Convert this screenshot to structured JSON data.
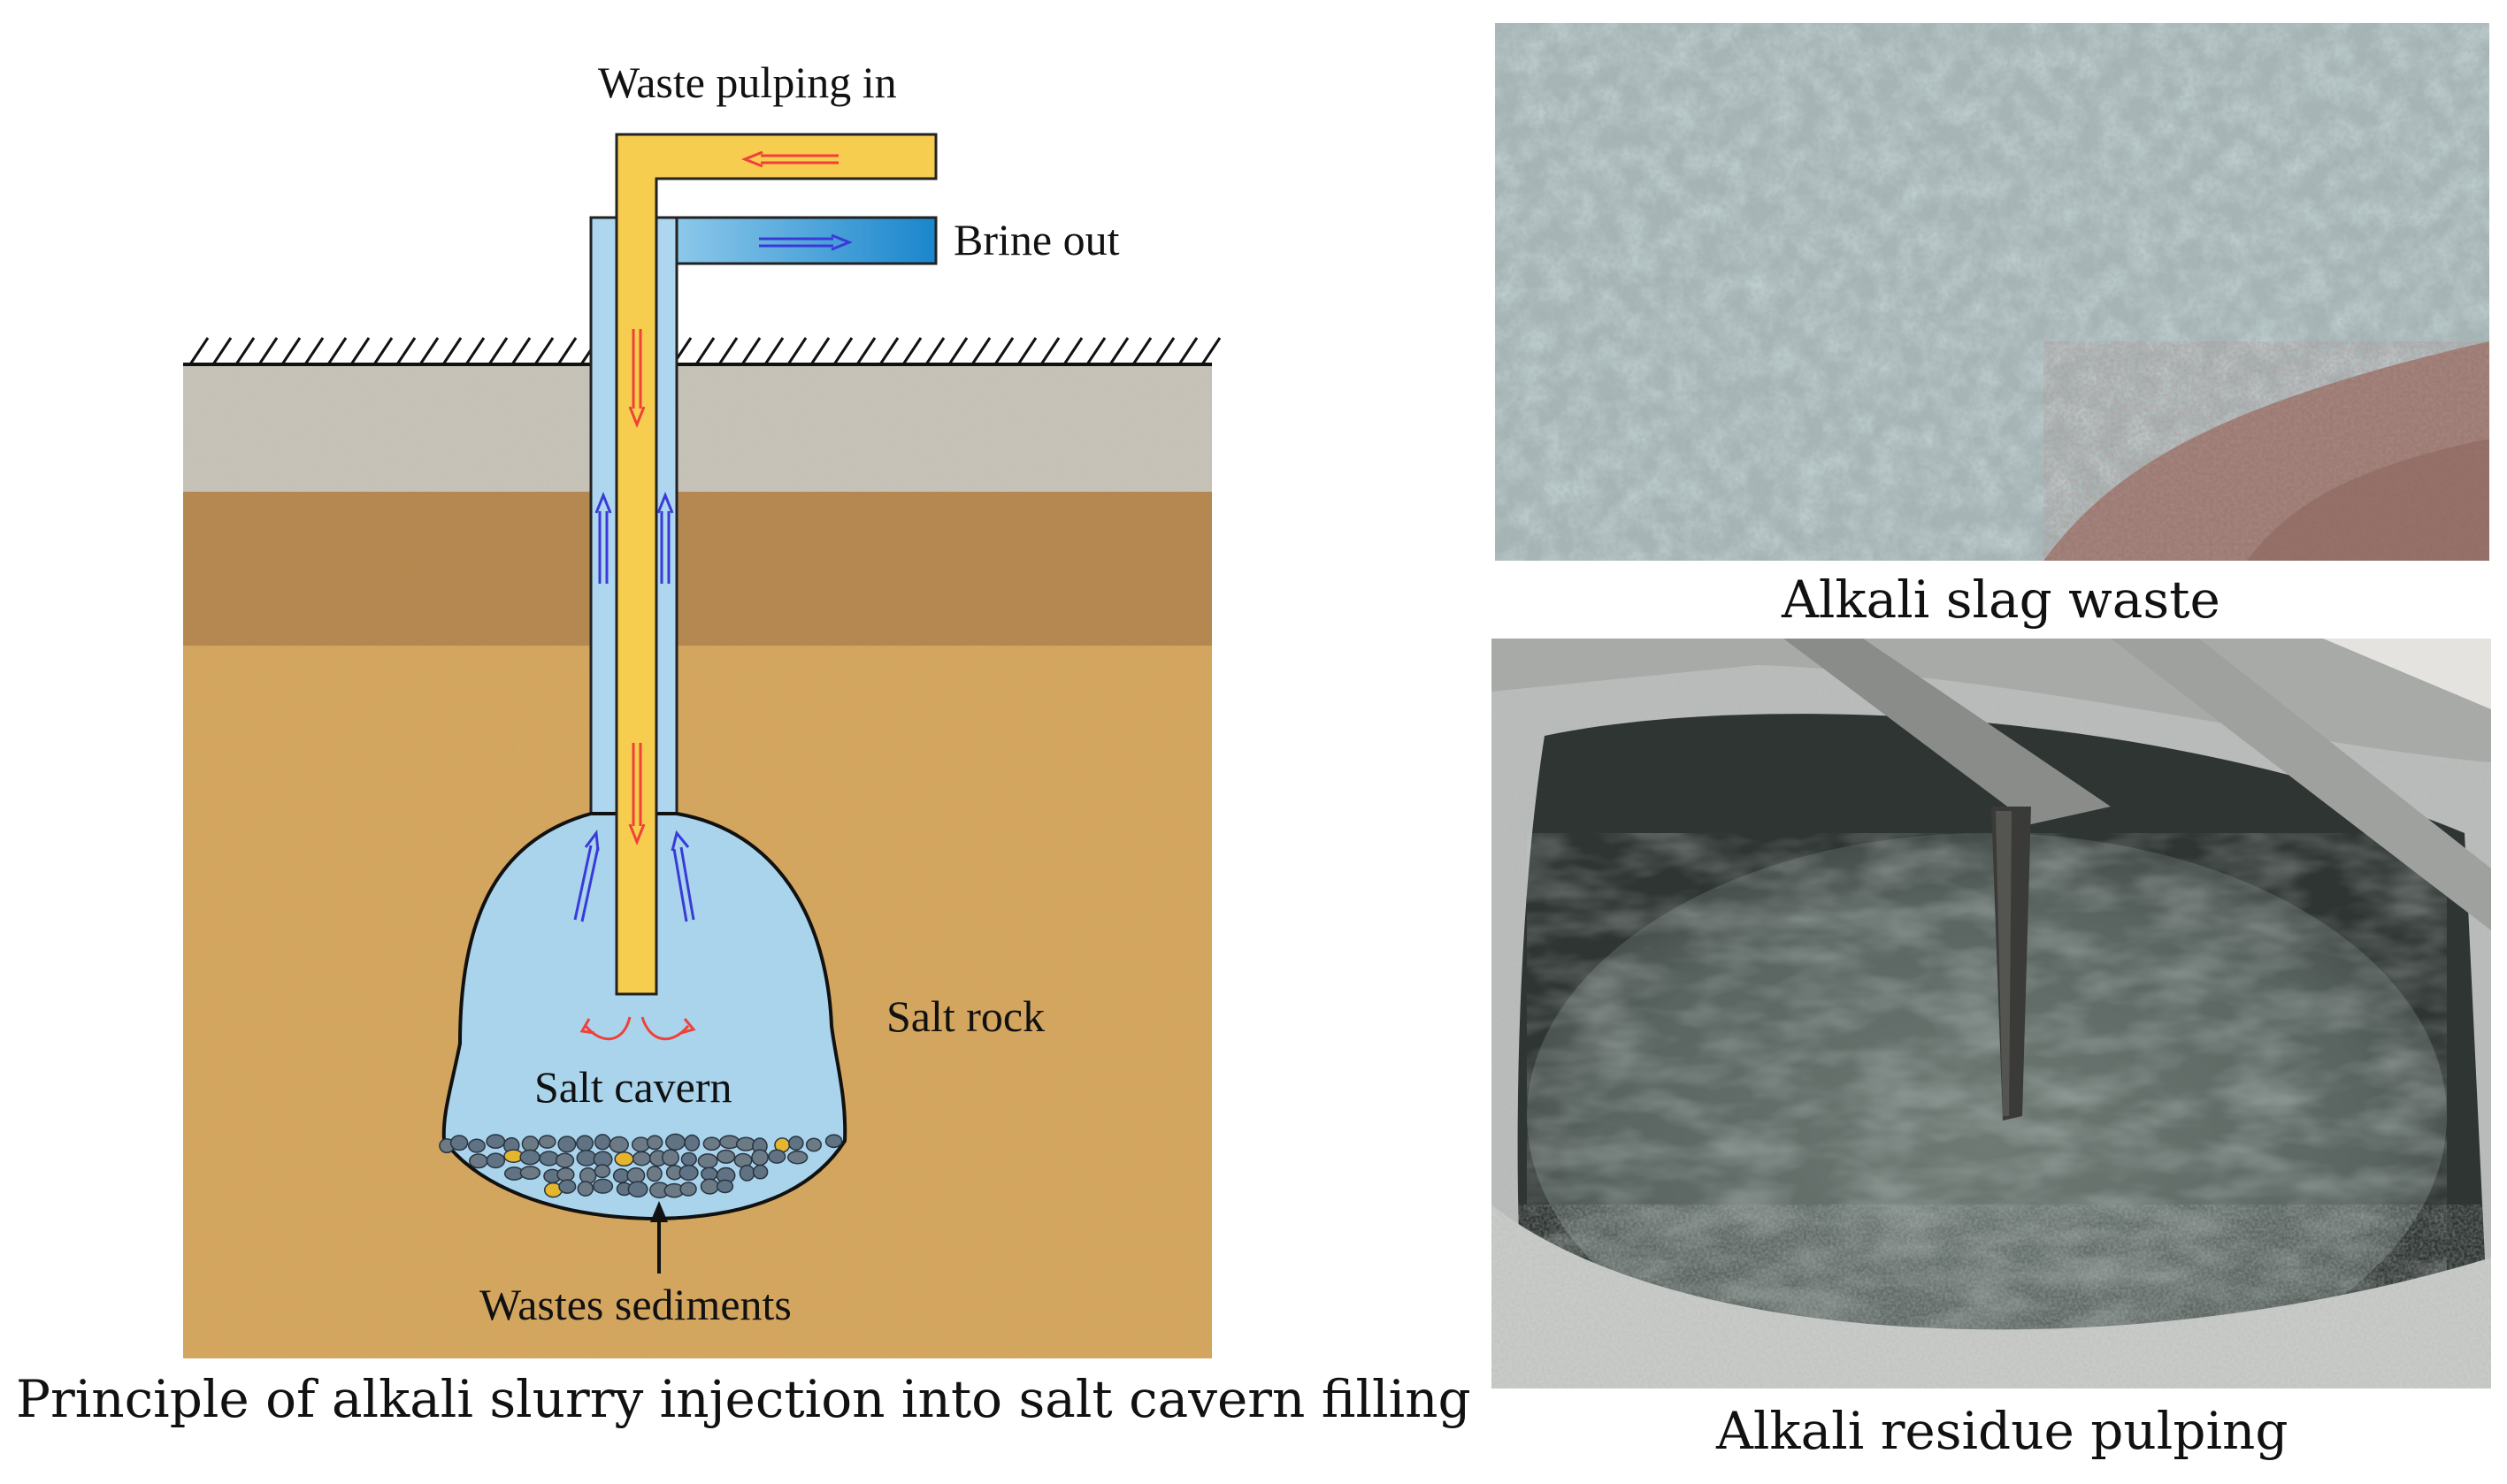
{
  "diagram": {
    "labels": {
      "waste_in": "Waste pulping in",
      "brine_out": "Brine out",
      "salt_rock": "Salt rock",
      "salt_cavern": "Salt cavern",
      "wastes_sediments": "Wastes sediments"
    },
    "caption": "Principle of alkali slurry injection into salt cavern filling",
    "colors": {
      "waste_pipe": "#f7cd4f",
      "brine_pipe": "#1e8fd1",
      "cavern_fill": "#a9d4ec",
      "ground_top": "#c9c6bd",
      "sand_layer": "#b8894f",
      "salt_rock": "#d7a85e",
      "arrow_in": "#f0403a",
      "arrow_out": "#3a3ad8"
    }
  },
  "photos": [
    {
      "caption": "Alkali slag waste",
      "icon": "slag-pile-photo"
    },
    {
      "caption": "Alkali residue pulping",
      "icon": "slurry-tank-photo"
    }
  ]
}
